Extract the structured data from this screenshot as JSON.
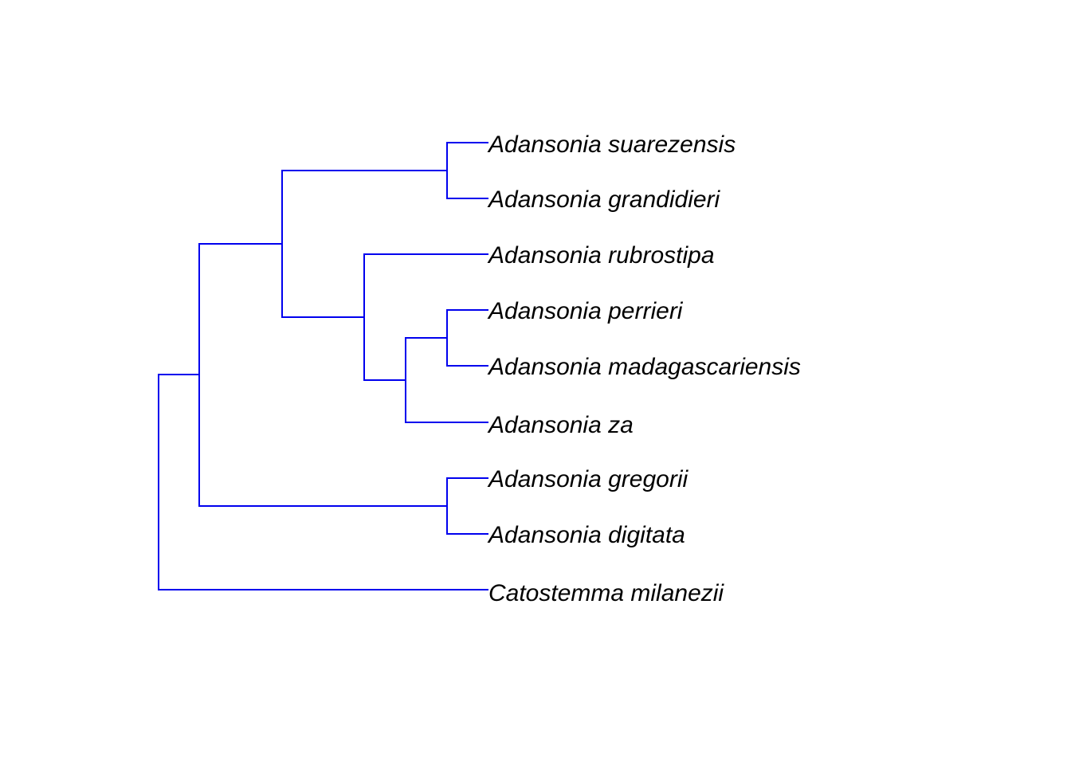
{
  "tree": {
    "branch_color": "#0000ee",
    "label_color": "#000000",
    "taxa": [
      "Adansonia suarezensis",
      "Adansonia grandidieri",
      "Adansonia rubrostipa",
      "Adansonia perrieri",
      "Adansonia madagascariensis",
      "Adansonia za",
      "Adansonia gregorii",
      "Adansonia digitata",
      "Catostemma milanezii"
    ],
    "topology": "(((((Adansonia suarezensis,Adansonia grandidieri),(Adansonia rubrostipa,((Adansonia perrieri,Adansonia madagascariensis),Adansonia za))),(Adansonia gregorii,Adansonia digitata)),Catostemma milanezii);"
  }
}
